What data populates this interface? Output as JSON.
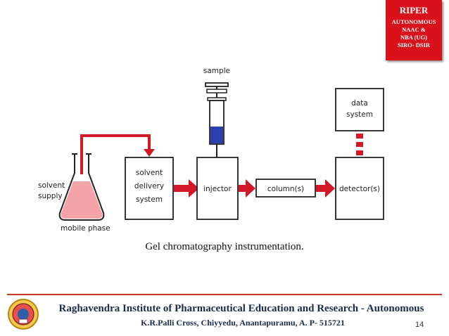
{
  "badge": {
    "title": "RIPER",
    "lines": [
      "AUTONOMOUS",
      "NAAC &",
      "NBA (UG)",
      "SIRO- DSIR"
    ]
  },
  "diagram": {
    "labels": {
      "sample": "sample",
      "data_system": [
        "data",
        "system"
      ],
      "solvent_supply": [
        "solvent",
        "supply"
      ],
      "mobile_phase": "mobile phase",
      "solvent_delivery": [
        "solvent",
        "delivery",
        "system"
      ],
      "injector": "injector",
      "column": "column(s)",
      "detector": "detector(s)"
    },
    "colors": {
      "arrow": "#d3182a",
      "liquid": "#f4a3a8",
      "sample_fill": "#2c3fb0",
      "outline": "#222222"
    }
  },
  "caption": "Gel chromatography instrumentation.",
  "footer": {
    "institute": "Raghavendra Institute of Pharmaceutical Education and Research - Autonomous",
    "address": "K.R.Palli Cross, Chiyyedu, Anantapuramu, A. P- 515721",
    "page_number": "14"
  }
}
